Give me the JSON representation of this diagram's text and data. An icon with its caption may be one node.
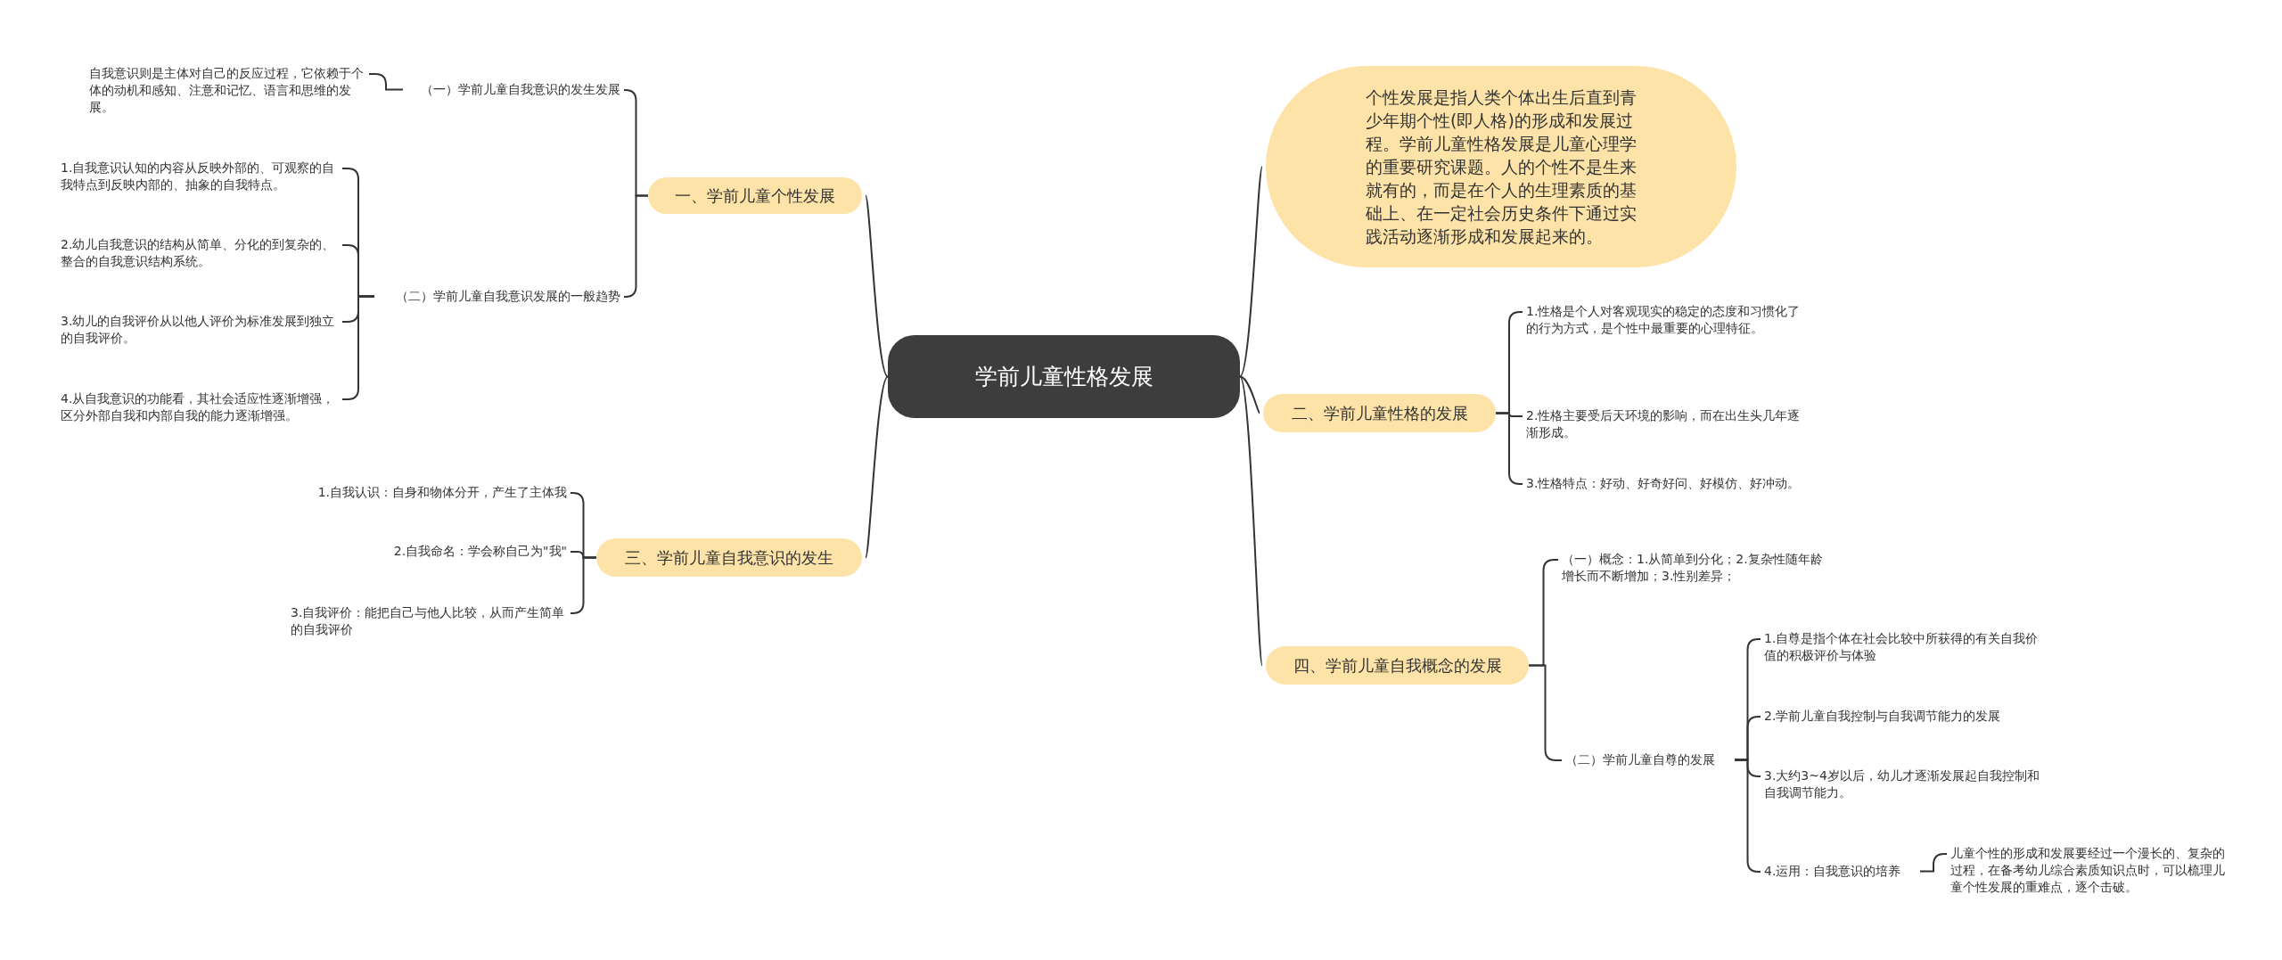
{
  "diagram": {
    "nodes": [
      {
        "text": [
          "学前儿童性格发展"
        ]
      },
      {
        "text": [
          "一、学前儿童个性发展"
        ]
      },
      {
        "text": [
          "（一）学前儿童自我意识的发生发展"
        ]
      },
      {
        "text": [
          "自我意识则是主体对自己的反应过程，它依赖于个体的动机和感知、注意和记忆、语言和思维的发展。"
        ]
      },
      {
        "text": [
          "（二）学前儿童自我意识发展的一般趋势"
        ]
      },
      {
        "text": [
          "1.自我意识认知的内容从反映外部的、可观察的自我特点到反映内部的、抽象的自我特点。"
        ]
      },
      {
        "text": [
          "2.幼儿自我意识的结构从简单、分化的到复杂的、整合的自我意识结构系统。"
        ]
      },
      {
        "text": [
          "3.幼儿的自我评价从以他人评价为标准发展到独立的自我评价。"
        ]
      },
      {
        "text": [
          "4.从自我意识的功能看，其社会适应性逐渐增强，区分外部自我和内部自我的能力逐渐增强。"
        ]
      },
      {
        "text": [
          "个性发展是指人类个体出生后直到青少年期个性(即人格)的形成和发展过程。学前儿童性格发展是儿童心理学的重要研究课题。人的个性不是生来就有的，而是在个人的生理素质的基础上、在一定社会历史条件下通过实践活动逐渐形成和发展起来的。"
        ]
      },
      {
        "text": [
          "二、学前儿童性格的发展"
        ]
      },
      {
        "text": [
          "1.性格是个人对客观现实的稳定的态度和习惯化了的行为方式，是个性中最重要的心理特征。"
        ]
      },
      {
        "text": [
          "2.性格主要受后天环境的影响，而在出生头几年逐渐形成。"
        ]
      },
      {
        "text": [
          "3.性格特点：好动、好奇好问、好模仿、好冲动。"
        ]
      },
      {
        "text": [
          "三、学前儿童自我意识的发生"
        ]
      },
      {
        "text": [
          "1.自我认识：自身和物体分开，产生了主体我"
        ]
      },
      {
        "text": [
          "2.自我命名：学会称自己为\"我\""
        ]
      },
      {
        "text": [
          "3.自我评价：能把自己与他人比较，从而产生简单的自我评价"
        ]
      },
      {
        "text": [
          "四、学前儿童自我概念的发展"
        ]
      },
      {
        "text": [
          "（一）概念：1.从简单到分化；2.复杂性随年龄增长而不断增加；3.性别差异；"
        ]
      },
      {
        "text": [
          "（二）学前儿童自尊的发展"
        ]
      },
      {
        "text": [
          "1.自尊是指个体在社会比较中所获得的有关自我价值的积极评价与体验"
        ]
      },
      {
        "text": [
          "2.学前儿童自我控制与自我调节能力的发展"
        ]
      },
      {
        "text": [
          "3.大约3~4岁以后，幼儿才逐渐发展起自我控制和自我调节能力。"
        ]
      },
      {
        "text": [
          "4.运用：自我意识的培养"
        ]
      },
      {
        "text": [
          "儿童个性的形成和发展要经过一个漫长的、复杂的过程，在备考幼儿综合素质知识点时，可以梳理儿童个性发展的重难点，逐个击破。"
        ]
      }
    ],
    "edges": [
      {
        "from": 0,
        "to": 1,
        "arrow": "none"
      },
      {
        "from": 1,
        "to": 2,
        "arrow": "none"
      },
      {
        "from": 2,
        "to": 3,
        "arrow": "none"
      },
      {
        "from": 1,
        "to": 4,
        "arrow": "none"
      },
      {
        "from": 4,
        "to": 5,
        "arrow": "none"
      },
      {
        "from": 4,
        "to": 6,
        "arrow": "none"
      },
      {
        "from": 4,
        "to": 7,
        "arrow": "none"
      },
      {
        "from": 4,
        "to": 8,
        "arrow": "none"
      },
      {
        "from": 0,
        "to": 9,
        "arrow": "none"
      },
      {
        "from": 0,
        "to": 10,
        "arrow": "none"
      },
      {
        "from": 10,
        "to": 11,
        "arrow": "none"
      },
      {
        "from": 10,
        "to": 12,
        "arrow": "none"
      },
      {
        "from": 10,
        "to": 13,
        "arrow": "none"
      },
      {
        "from": 0,
        "to": 14,
        "arrow": "none"
      },
      {
        "from": 14,
        "to": 15,
        "arrow": "none"
      },
      {
        "from": 14,
        "to": 16,
        "arrow": "none"
      },
      {
        "from": 14,
        "to": 17,
        "arrow": "none"
      },
      {
        "from": 0,
        "to": 18,
        "arrow": "none"
      },
      {
        "from": 18,
        "to": 19,
        "arrow": "none"
      },
      {
        "from": 18,
        "to": 20,
        "arrow": "none"
      },
      {
        "from": 20,
        "to": 21,
        "arrow": "none"
      },
      {
        "from": 20,
        "to": 22,
        "arrow": "none"
      },
      {
        "from": 20,
        "to": 23,
        "arrow": "none"
      },
      {
        "from": 20,
        "to": 24,
        "arrow": "none"
      },
      {
        "from": 24,
        "to": 25,
        "arrow": "none"
      }
    ]
  }
}
